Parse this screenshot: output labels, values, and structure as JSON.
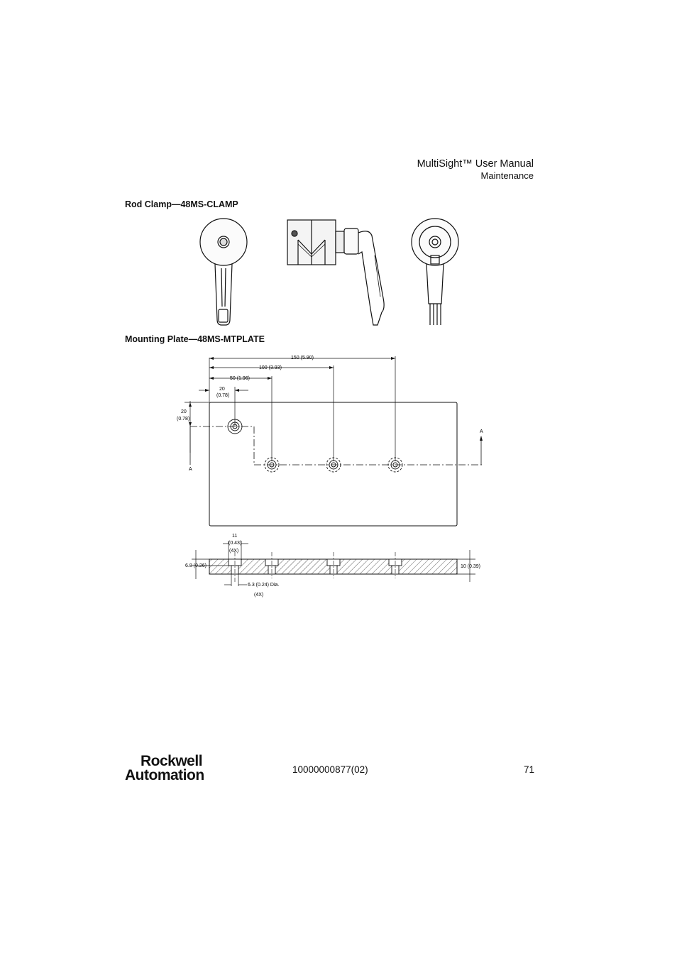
{
  "header": {
    "title": "MultiSight™ User Manual",
    "subtitle": "Maintenance"
  },
  "sections": {
    "rod_clamp_title": "Rod Clamp—48MS-CLAMP",
    "mounting_plate_title": "Mounting Plate—48MS-MTPLATE"
  },
  "drawing": {
    "dim_150": "150 (5.90)",
    "dim_100": "100 (3.93)",
    "dim_50": "50 (1.96)",
    "dim_20_top_a": "20",
    "dim_20_top_b": "(0.78)",
    "dim_20_left_a": "20",
    "dim_20_left_b": "(0.78)",
    "section_a_left": "A",
    "section_a_right": "A",
    "dim_11_a": "11",
    "dim_11_b": "(0.43)",
    "dim_11_c": "(4X)",
    "dim_68": "6.8 (0.26)",
    "dim_10": "10 (0.39)",
    "dim_63": "6.3 (0.24) Dia.",
    "dim_63_qty": "(4X)"
  },
  "footer": {
    "logo_line1": "Rockwell",
    "logo_line2": "Automation",
    "doc_number": "10000000877(02)",
    "page_number": "71"
  }
}
